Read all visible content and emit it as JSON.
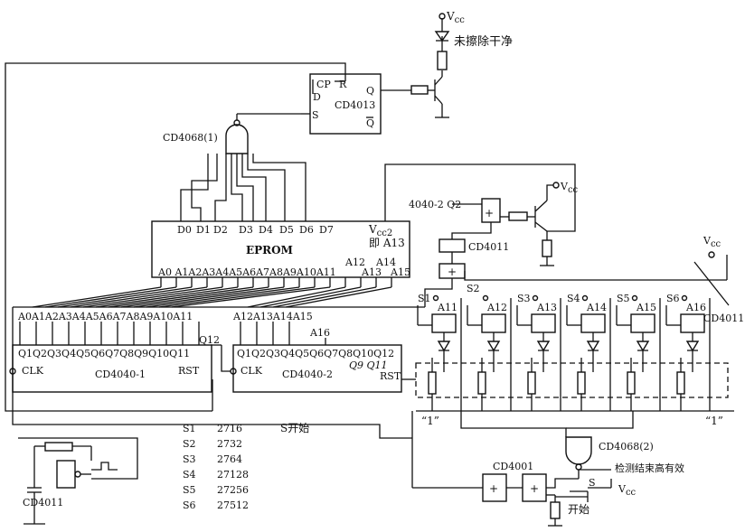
{
  "vcc": "V",
  "vcc_sub": "cc",
  "vcc2": "V",
  "vcc2_sub": "cc2",
  "not_erased": "未擦除干净",
  "cd4013": {
    "name": "CD4013",
    "cp": "CP",
    "r": "R",
    "d": "D",
    "q": "Q",
    "s": "S",
    "qbar": "Q"
  },
  "cd4068_1": "CD4068(1)",
  "cd4068_2": "CD4068(2)",
  "eprom": {
    "title": "EPROM",
    "data_pins": [
      "D0",
      "D1",
      "D2",
      "D3",
      "D4",
      "D5",
      "D6",
      "D7"
    ],
    "addr_label": "A0 A1A2A3A4A5A6A7A8A9A10A11",
    "a12": "A12",
    "a13_label": "即 A13",
    "a14": "A14",
    "a13": "A13",
    "a15": "A15"
  },
  "gate_4040_q2": "4040-2 Q2",
  "cd4011": "CD4011",
  "cd4011_b": "CD4011",
  "cd4011_right": "CD4011",
  "s2": "S2",
  "a16": "A16",
  "bus_labels": {
    "low": "A0A1A2A3A4A5A6A7A8A9A10A11",
    "high": "A12A13A14A15"
  },
  "cd4040_1": {
    "name": "CD4040-1",
    "pins": "Q1Q2Q3Q4Q5Q6Q7Q8Q9Q10Q11",
    "q12": "Q12",
    "clk": "CLK",
    "rst": "RST"
  },
  "cd4040_2": {
    "name": "CD4040-2",
    "pins": "Q1Q2Q3Q4Q5Q6Q7Q8Q10Q12",
    "clk": "CLK",
    "rst": "RST",
    "q9q11": "Q9  Q11"
  },
  "switch_rows": [
    {
      "s": "S1",
      "a": "A11"
    },
    {
      "s": "",
      "a": "A12"
    },
    {
      "s": "S3",
      "a": "A13"
    },
    {
      "s": "S4",
      "a": "A14"
    },
    {
      "s": "S5",
      "a": "A15"
    },
    {
      "s": "S6",
      "a": "A16"
    }
  ],
  "one_left": "“1”",
  "one_right": "“1”",
  "s_start": "S开始",
  "chip_table": [
    {
      "s": "S1",
      "chip": "2716"
    },
    {
      "s": "S2",
      "chip": "2732"
    },
    {
      "s": "S3",
      "chip": "2764"
    },
    {
      "s": "S4",
      "chip": "27128"
    },
    {
      "s": "S5",
      "chip": "27256"
    },
    {
      "s": "S6",
      "chip": "27512"
    }
  ],
  "cd4001": "CD4001",
  "detect_end": "检测结束高有效",
  "start": "开始",
  "s_label": "S"
}
